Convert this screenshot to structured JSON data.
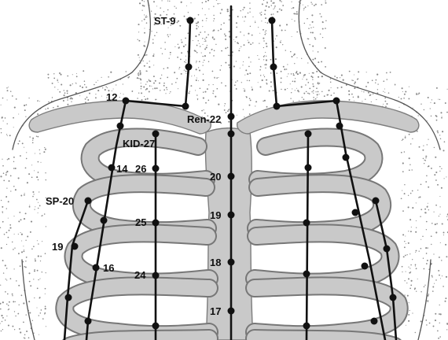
{
  "labels": {
    "st9": "ST-9",
    "n12": "12",
    "ren22": "Ren-22",
    "kid27": "KID-27",
    "n14": "14",
    "n26": "26",
    "n20": "20",
    "sp20": "SP-20",
    "n25": "25",
    "n19a": "19",
    "n19b": "19",
    "n16": "16",
    "n18": "18",
    "n24": "24",
    "n17": "17"
  },
  "colors": {
    "background": "#ffffff",
    "bone": "#c9c9c9",
    "line": "#111111"
  }
}
